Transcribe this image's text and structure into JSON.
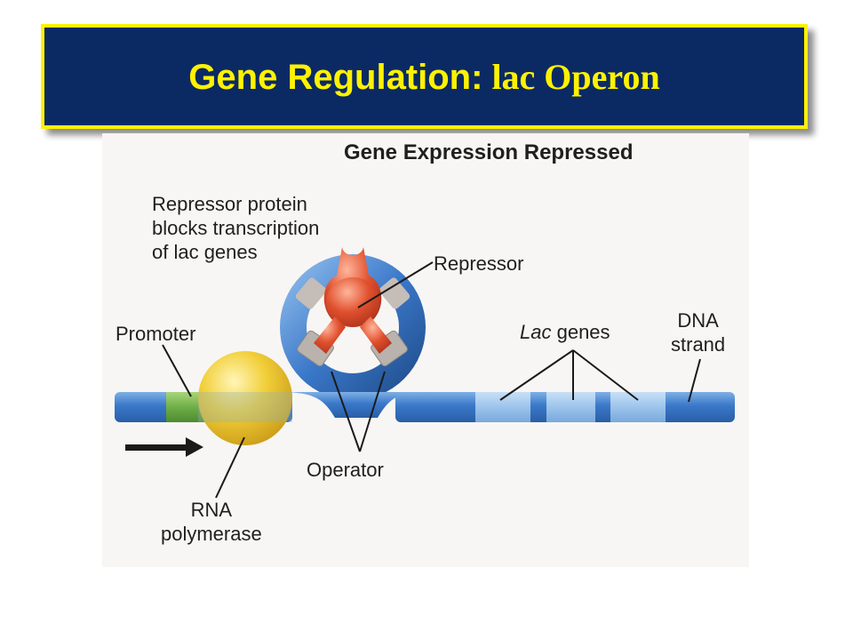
{
  "title": {
    "main": "Gene Regulation:",
    "sub": "lac Operon"
  },
  "figure": {
    "heading": "Gene Expression Repressed",
    "labels": {
      "repressor_note": [
        "Repressor protein",
        "blocks transcription",
        "of lac genes"
      ],
      "repressor": "Repressor",
      "promoter": "Promoter",
      "lac_genes_italic": "Lac",
      "lac_genes_rest": " genes",
      "dna_strand": [
        "DNA",
        "strand"
      ],
      "operator": "Operator",
      "rna_polymerase": [
        "RNA",
        "polymerase"
      ]
    }
  },
  "colors": {
    "banner_bg": "#0b2a63",
    "banner_border": "#fff200",
    "title_text": "#fff200",
    "dna_blue": "#3a78c9",
    "dna_light": "#9cc4ec",
    "promoter_green": "#6fae47",
    "polymerase_yellow": "#f2cf3a",
    "repressor_red": "#e0502e"
  }
}
